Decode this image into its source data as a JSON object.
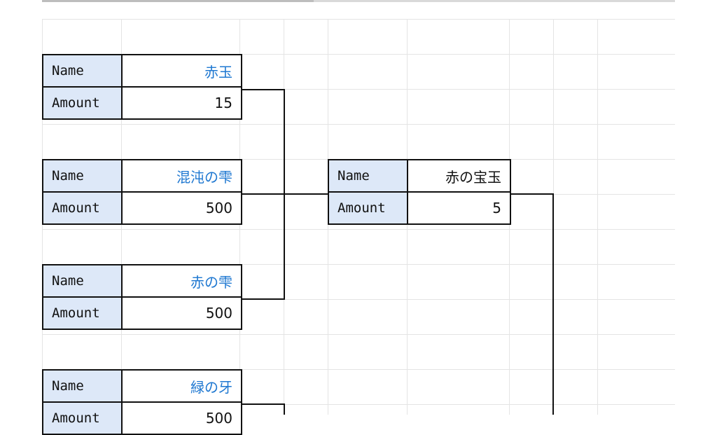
{
  "accent_colors": {
    "label_bg": "#dde8f8",
    "linked_value": "#1f78d1",
    "border": "#111111",
    "gridline": "#e4e4e4"
  },
  "ingredients": [
    {
      "name_label": "Name",
      "name": "赤玉",
      "amount_label": "Amount",
      "amount": "15"
    },
    {
      "name_label": "Name",
      "name": "混沌の雫",
      "amount_label": "Amount",
      "amount": "500"
    },
    {
      "name_label": "Name",
      "name": "赤の雫",
      "amount_label": "Amount",
      "amount": "500"
    },
    {
      "name_label": "Name",
      "name": "緑の牙",
      "amount_label": "Amount",
      "amount": "500"
    }
  ],
  "result": {
    "name_label": "Name",
    "name": "赤の宝玉",
    "amount_label": "Amount",
    "amount": "5"
  }
}
